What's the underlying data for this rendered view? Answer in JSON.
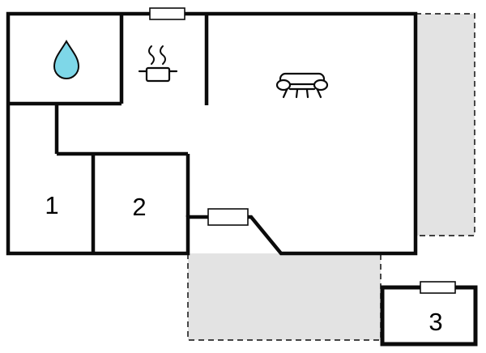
{
  "floorplan": {
    "kind": "holiday-home floor plan",
    "rooms": {
      "room1": {
        "label": "1"
      },
      "room2": {
        "label": "2"
      },
      "room3": {
        "label": "3"
      }
    },
    "icons": {
      "bathroom": "water-drop-icon",
      "kitchen": "cooking-pot-icon",
      "living_room": "sofa-icon"
    },
    "colors": {
      "background": "#ffffff",
      "wall": "#0b0b0b",
      "terrace_fill": "#e3e3e3",
      "terrace_border": "#2a2a2a",
      "water_drop_fill": "#7ed7e8"
    }
  }
}
